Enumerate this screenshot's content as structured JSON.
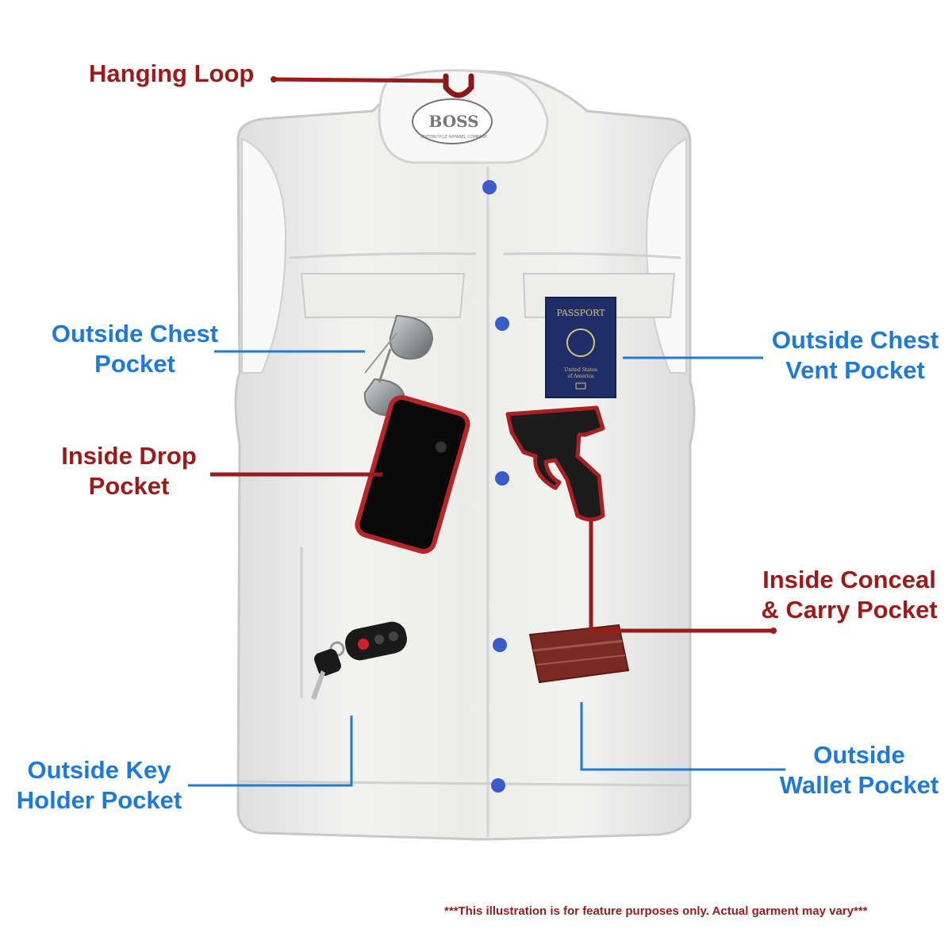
{
  "colors": {
    "label_red": "#9b1b1b",
    "label_blue": "#1e79d8",
    "vest": "#f0f0ee",
    "snap": "#3b5bc8"
  },
  "brand_logo": {
    "text": "BOSS",
    "subtext": "MOTORCYCLE APPAREL COMPANY"
  },
  "labels": {
    "hanging_loop": "Hanging Loop",
    "outside_chest_pocket": {
      "line1": "Outside Chest",
      "line2": "Pocket"
    },
    "inside_drop_pocket": {
      "line1": "Inside Drop",
      "line2": "Pocket"
    },
    "outside_key_holder_pocket": {
      "line1": "Outside Key",
      "line2": "Holder Pocket"
    },
    "outside_chest_vent_pocket": {
      "line1": "Outside Chest",
      "line2": "Vent Pocket"
    },
    "inside_conceal_carry_pocket": {
      "line1": "Inside Conceal",
      "line2": "& Carry Pocket"
    },
    "outside_wallet_pocket": {
      "line1": "Outside",
      "line2": "Wallet Pocket"
    }
  },
  "passport": {
    "title": "PASSPORT",
    "country_line1": "United States",
    "country_line2": "of America"
  },
  "disclaimer": "***This illustration is for feature purposes only.  Actual garment may vary***"
}
